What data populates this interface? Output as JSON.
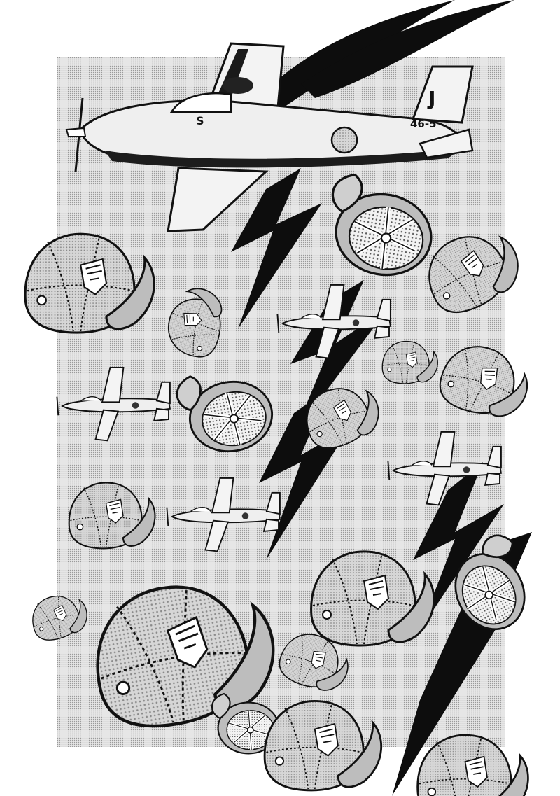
{
  "page": {
    "background_color": "#ffffff",
    "panel_color": "#cfcfcf",
    "ink_color": "#111111",
    "cap_color": "#bdbdbd",
    "plane_color": "#ececec"
  },
  "illustration": {
    "lead_plane": {
      "tail_code": "46-5",
      "tail_letter": "J",
      "fuselage_mark": "S"
    },
    "icons": [
      "airplane-icon",
      "cap-icon",
      "speed-streak-icon",
      "roundel-icon",
      "emblem-icon"
    ]
  }
}
